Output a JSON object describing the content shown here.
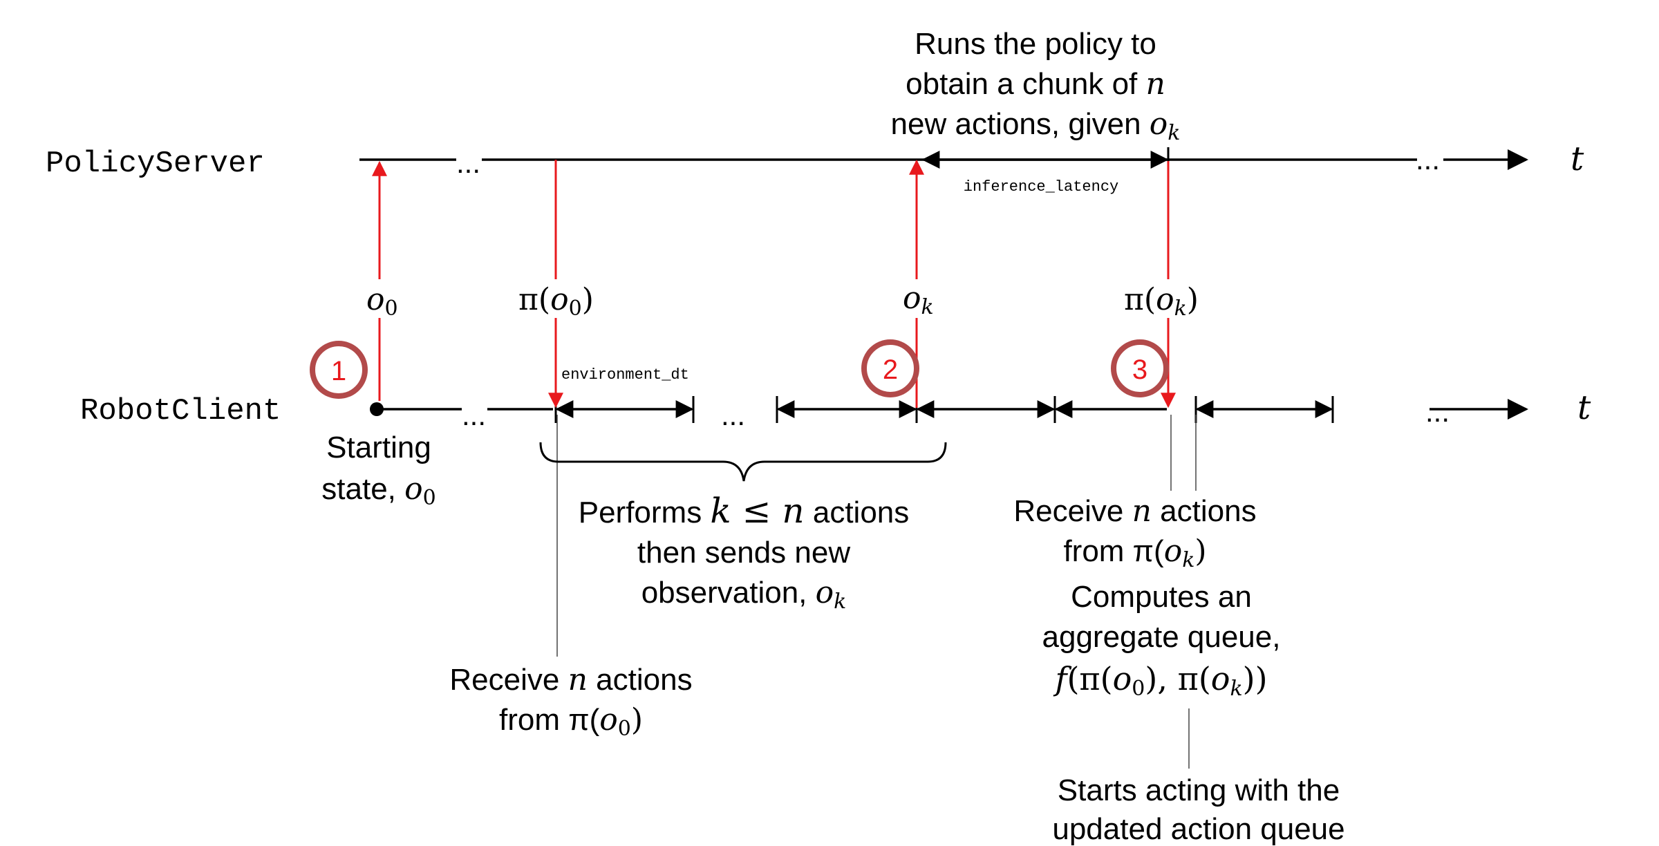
{
  "labels": {
    "policy_server": "PolicyServer",
    "robot_client": "RobotClient",
    "t": "t",
    "ellipsis": "...",
    "inference_latency": "inference_latency",
    "environment_dt": "environment_dt"
  },
  "badges": [
    "1",
    "2",
    "3"
  ],
  "colors": {
    "signal_red": "#e8191d",
    "badge_ring": "#b24a4a",
    "line": "#000000",
    "thin_line": "#444444"
  },
  "signals": {
    "o0": {
      "sym": "o",
      "sub": "0"
    },
    "pi_o0": {
      "pre": "π(",
      "sym": "o",
      "sub": "0",
      "post": ")"
    },
    "ok": {
      "sym": "o",
      "sub": "k"
    },
    "pi_ok": {
      "pre": "π(",
      "sym": "o",
      "sub": "k",
      "post": ")"
    }
  },
  "notes": {
    "starting_state": {
      "line1": "Starting",
      "line2_text": "state, ",
      "sym": "o",
      "sub": "0"
    },
    "runs_policy": {
      "line1": "Runs the policy to",
      "line2_text": "obtain a chunk of ",
      "line2_sym": "n",
      "line3_text": "new actions, given ",
      "line3_sym": "o",
      "line3_sub": "k"
    },
    "performs": {
      "l1_text": "Performs ",
      "l1_k": "k",
      "l1_leq": " ≤ ",
      "l1_n": "n",
      "l1_tail": " actions",
      "line2": "then sends new",
      "line3_text": "observation, ",
      "line3_sym": "o",
      "line3_sub": "k"
    },
    "receive_o0": {
      "l1_text": "Receive ",
      "l1_sym": "n",
      "l1_tail": " actions",
      "l2_text": "from π(",
      "l2_sym": "o",
      "l2_sub": "0",
      "l2_post": ")"
    },
    "receive_ok": {
      "l1_text": "Receive ",
      "l1_sym": "n",
      "l1_tail": " actions",
      "l2_text": "from π(",
      "l2_sym": "o",
      "l2_sub": "k",
      "l2_post": ")"
    },
    "aggregate": {
      "line1": "Computes an",
      "line2": "aggregate queue,",
      "f": "f",
      "p1": "(π(",
      "o1": "o",
      "s1": "0",
      "p2": "), π(",
      "o2": "o",
      "s2": "k",
      "p3": "))"
    },
    "starts_acting": {
      "line1": "Starts acting with the",
      "line2": "updated action queue"
    }
  }
}
